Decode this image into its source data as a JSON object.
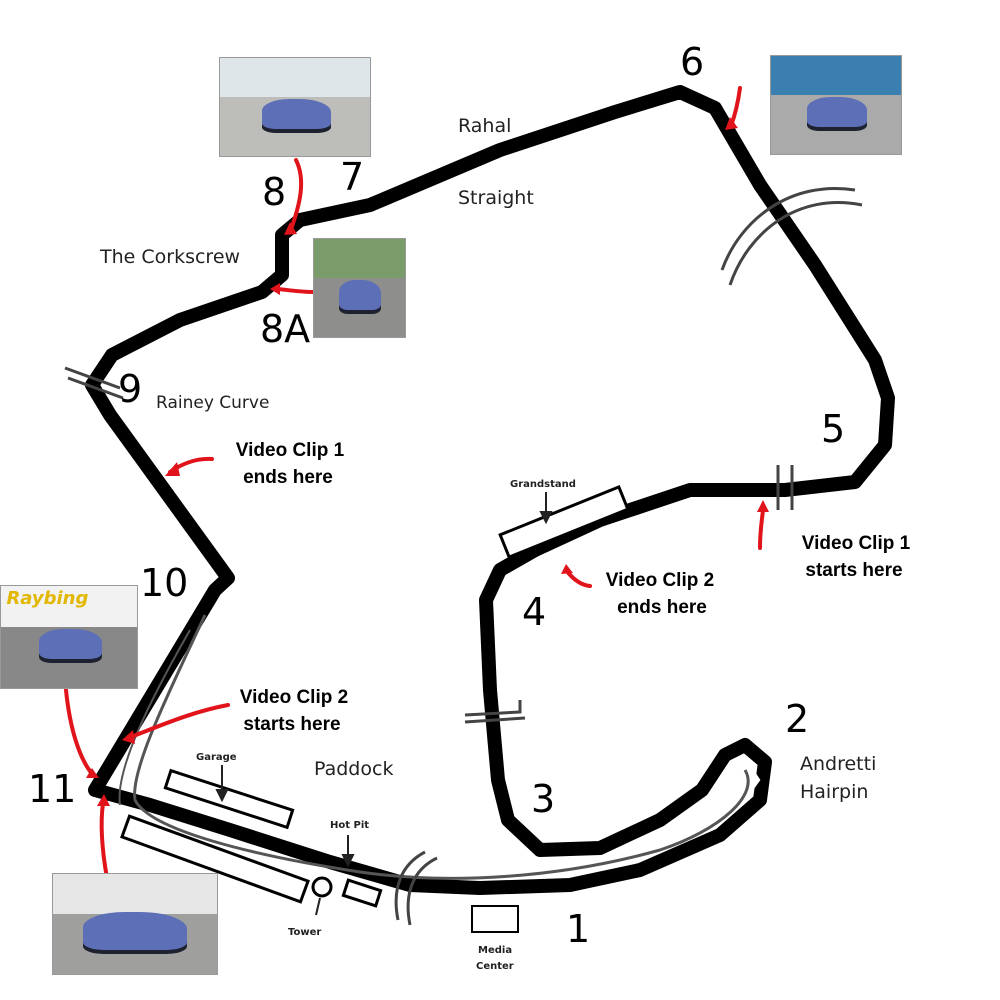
{
  "turns": {
    "t1": "1",
    "t2": "2",
    "t3": "3",
    "t4": "4",
    "t5": "5",
    "t6": "6",
    "t7": "7",
    "t8": "8",
    "t8a": "8A",
    "t9": "9",
    "t10": "10",
    "t11": "11"
  },
  "places": {
    "rahal": "Rahal",
    "straight": "Straight",
    "corkscrew": "The Corkscrew",
    "rainey": "Rainey Curve",
    "andretti_1": "Andretti",
    "andretti_2": "Hairpin",
    "paddock": "Paddock",
    "grandstand": "Grandstand",
    "garage": "Garage",
    "hotpit": "Hot Pit",
    "tower": "Tower",
    "media_1": "Media",
    "media_2": "Center"
  },
  "notes": {
    "clip1_end_1": "Video Clip 1",
    "clip1_end_2": "ends here",
    "clip1_start_1": "Video Clip 1",
    "clip1_start_2": "starts here",
    "clip2_end_1": "Video Clip 2",
    "clip2_end_2": "ends here",
    "clip2_start_1": "Video Clip 2",
    "clip2_start_2": "starts here"
  },
  "photo_brand": "Raybing",
  "colors": {
    "track": "#000000",
    "arrow": "#e0141a",
    "car": "#5d6fb6"
  }
}
